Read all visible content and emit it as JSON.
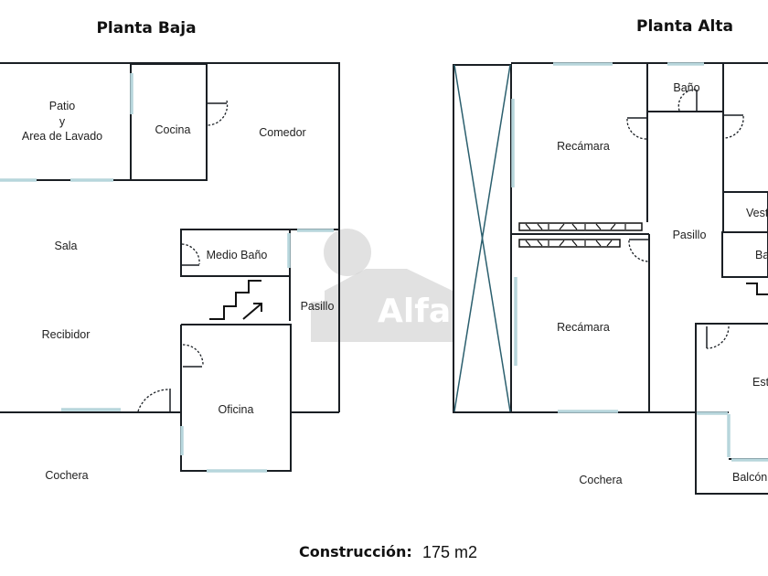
{
  "watermark": {
    "text": "Alfa"
  },
  "ground_floor": {
    "title": "Planta Baja",
    "rooms": {
      "patio_line1": "Patio",
      "patio_line2": "y",
      "patio_line3": "Area de Lavado",
      "cocina": "Cocina",
      "comedor": "Comedor",
      "sala": "Sala",
      "medio_bano": "Medio Baño",
      "pasillo": "Pasillo",
      "recibidor": "Recibidor",
      "oficina": "Oficina",
      "cochera": "Cochera"
    }
  },
  "upper_floor": {
    "title": "Planta Alta",
    "rooms": {
      "recamara_1": "Recámara",
      "bano": "Baño",
      "pasillo": "Pasillo",
      "recamara_2": "Recámara",
      "vestidor": "Vest",
      "bano_2": "Ba",
      "estancia": "Est",
      "balcon": "Balcón",
      "cochera": "Cochera"
    }
  },
  "footer": {
    "label": "Construcción:",
    "value": "175 m2"
  }
}
